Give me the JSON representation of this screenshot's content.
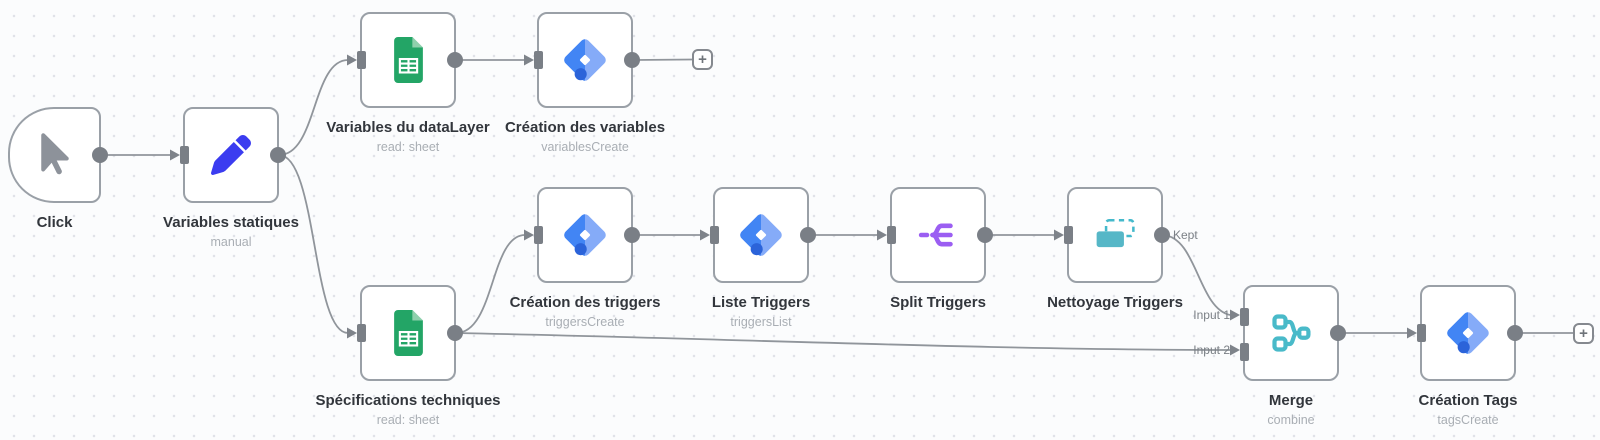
{
  "app": {
    "name": "n8n workflow canvas"
  },
  "colors": {
    "canvas_background": "#fbfcfd",
    "grid_dot": "#e0e2e8",
    "node_border": "#9aa0a7",
    "connection": "#90959b",
    "port": "#7a7f86",
    "title_text": "#32363c",
    "subtitle_text": "#a9aeb4",
    "gtm_light_blue": "#85abf8",
    "gtm_blue": "#4285f4",
    "gtm_dark_blue": "#2b63d9",
    "sheets_green": "#23a566",
    "sheets_fold_green": "#8ed0ac",
    "pencil_blue": "#3b3cf0",
    "cursor_gray": "#8d929a",
    "split_purple": "#9b5ef2",
    "dedupe_teal": "#56b7c7",
    "merge_teal": "#49bac9"
  },
  "nodes": [
    {
      "label": "Click",
      "subtitle": "",
      "icon": "cursor"
    },
    {
      "label": "Variables statiques",
      "subtitle": "manual",
      "icon": "pencil"
    },
    {
      "label": "Variables du dataLayer",
      "subtitle": "read: sheet",
      "icon": "google-sheets"
    },
    {
      "label": "Création des variables",
      "subtitle": "variablesCreate",
      "icon": "google-tag-manager"
    },
    {
      "label": "Spécifications techniques",
      "subtitle": "read: sheet",
      "icon": "google-sheets"
    },
    {
      "label": "Création des triggers",
      "subtitle": "triggersCreate",
      "icon": "google-tag-manager"
    },
    {
      "label": "Liste Triggers",
      "subtitle": "triggersList",
      "icon": "google-tag-manager"
    },
    {
      "label": "Split Triggers",
      "subtitle": "",
      "icon": "split-out"
    },
    {
      "label": "Nettoyage Triggers",
      "subtitle": "",
      "icon": "remove-duplicates"
    },
    {
      "label": "Merge",
      "subtitle": "combine",
      "icon": "merge"
    },
    {
      "label": "Création Tags",
      "subtitle": "tagsCreate",
      "icon": "google-tag-manager"
    }
  ],
  "connection_labels": {
    "kept": "Kept",
    "input_1": "Input 1",
    "input_2": "Input 2"
  },
  "add_node_button_label": "+"
}
